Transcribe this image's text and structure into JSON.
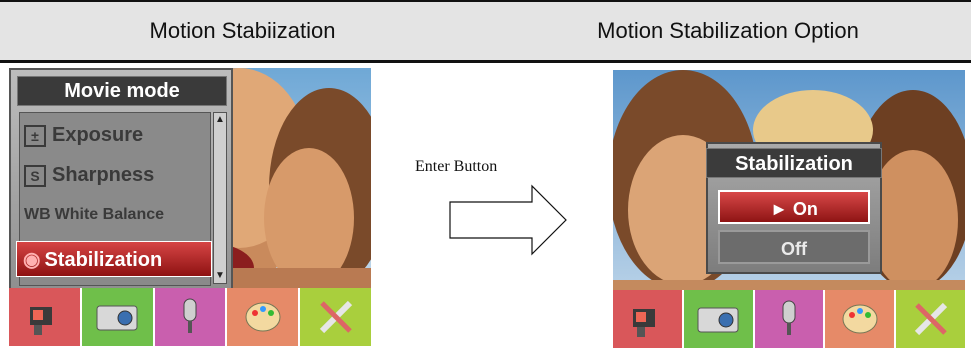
{
  "headers": {
    "left": "Motion Stabiization",
    "right": "Motion Stabilization Option"
  },
  "left_screen": {
    "menu_title": "Movie mode",
    "items": [
      {
        "label": "Exposure",
        "icon": "exposure-icon",
        "icon_text": "±"
      },
      {
        "label": "Sharpness",
        "icon": "sharpness-icon",
        "icon_text": "S"
      },
      {
        "label": "White Balance",
        "icon": "white-balance-icon",
        "icon_text": "WB"
      },
      {
        "label": "Stabilization",
        "icon": "stabilization-icon",
        "icon_text": "◉"
      }
    ],
    "selected_index": 3
  },
  "arrow": {
    "label": "Enter Button"
  },
  "right_screen": {
    "dialog_title": "Stabilization",
    "options": [
      "► On",
      "Off"
    ],
    "selected": "On"
  },
  "toolbar": {
    "tabs": [
      {
        "name": "movie-mode-tab",
        "icon": "camcorder-icon",
        "color": "#d9575a"
      },
      {
        "name": "camera-mode-tab",
        "icon": "camera-icon",
        "color": "#6fbf4a"
      },
      {
        "name": "voice-mode-tab",
        "icon": "microphone-icon",
        "color": "#c95fae"
      },
      {
        "name": "effect-tab",
        "icon": "palette-icon",
        "color": "#e68a68"
      },
      {
        "name": "setup-tab",
        "icon": "tools-icon",
        "color": "#a9cf3d"
      }
    ]
  }
}
